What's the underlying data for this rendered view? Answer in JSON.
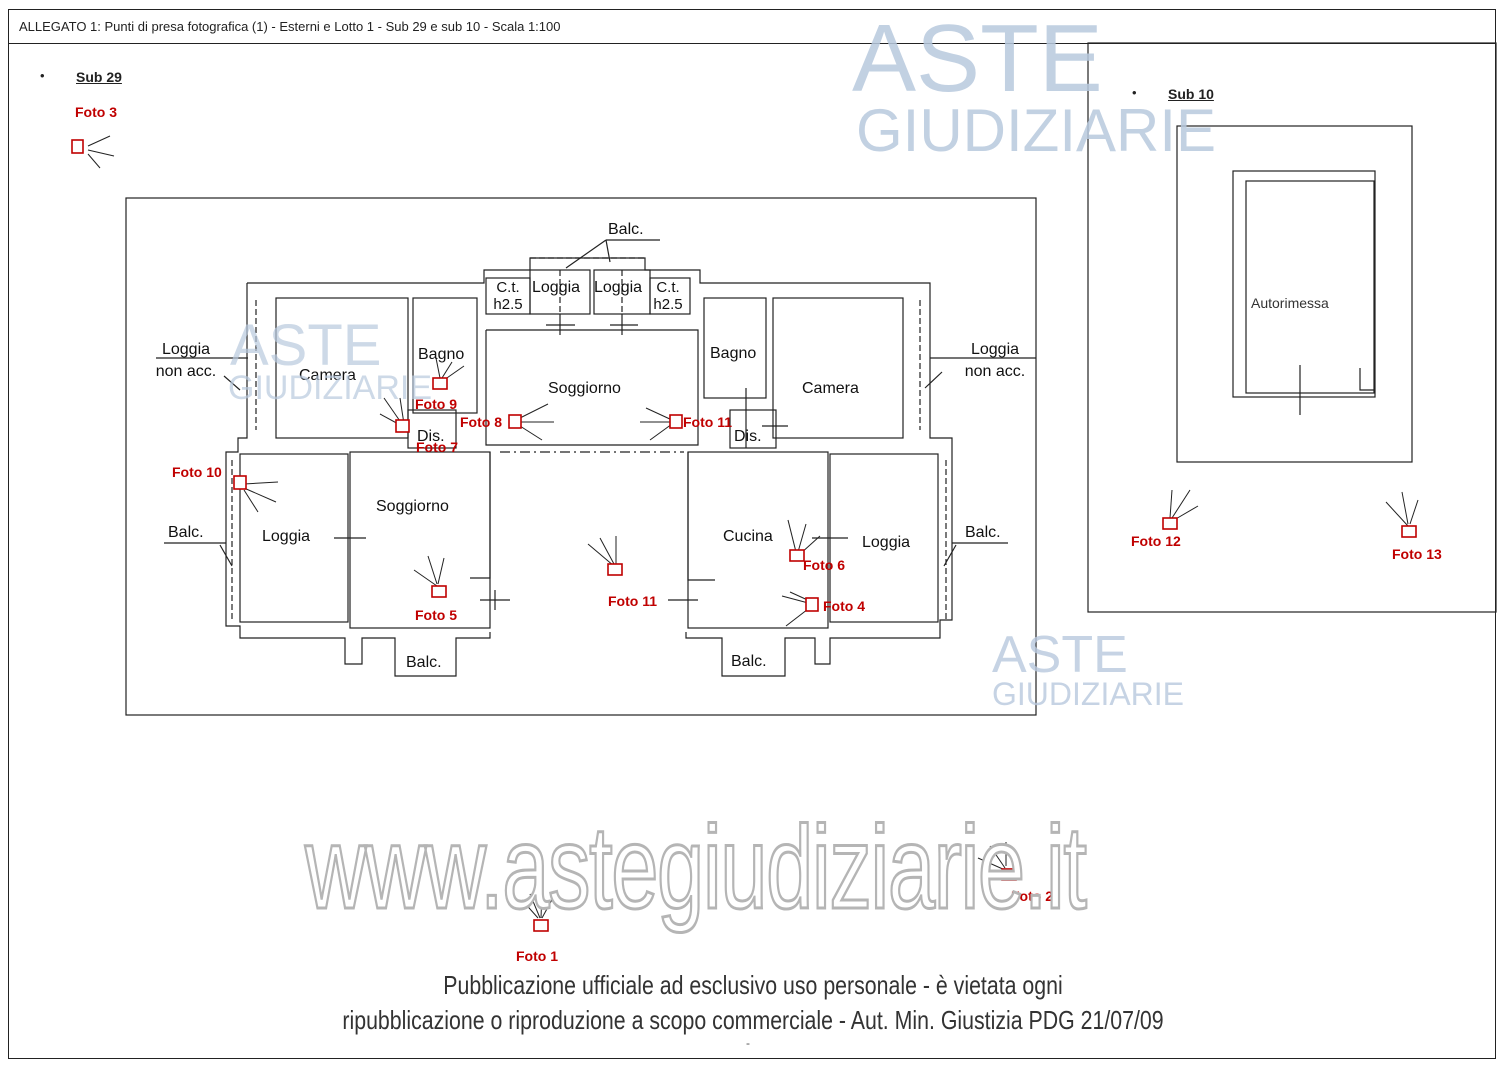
{
  "header": {
    "title": "ALLEGATO 1:  Punti di presa fotografica (1) - Esterni e Lotto 1 - Sub 29 e sub 10 - Scala 1:100"
  },
  "sections": [
    {
      "label": "Sub 29",
      "bullet": "•"
    },
    {
      "label": "Sub 10",
      "bullet": "•"
    }
  ],
  "rooms": {
    "balc_top": "Balc.",
    "ct_left_1": "C.t.",
    "ct_left_2": "h2.5",
    "loggia_top_left": "Loggia",
    "loggia_top_right": "Loggia",
    "ct_right_1": "C.t.",
    "ct_right_2": "h2.5",
    "loggia_nonacc_left_1": "Loggia",
    "loggia_nonacc_left_2": "non acc.",
    "camera_left": "Camera",
    "bagno_left": "Bagno",
    "soggiorno_center": "Soggiorno",
    "bagno_right": "Bagno",
    "camera_right": "Camera",
    "loggia_nonacc_right_1": "Loggia",
    "loggia_nonacc_right_2": "non acc.",
    "dis_left": "Dis.",
    "dis_right": "Dis.",
    "balc_left": "Balc.",
    "loggia_left": "Loggia",
    "soggiorno_left": "Soggiorno",
    "cucina": "Cucina",
    "loggia_right": "Loggia",
    "balc_right": "Balc.",
    "balc_bottom_left": "Balc.",
    "balc_bottom_right": "Balc.",
    "autorimessa": "Autorimessa"
  },
  "photos": {
    "foto1": "Foto 1",
    "foto2": "Foto 2",
    "foto3": "Foto 3",
    "foto4": "Foto 4",
    "foto5": "Foto 5",
    "foto6": "Foto 6",
    "foto7": "Foto 7",
    "foto8": "Foto 8",
    "foto9": "Foto 9",
    "foto10": "Foto 10",
    "foto11a": "Foto 11",
    "foto11b": "Foto 11",
    "foto12": "Foto 12",
    "foto13": "Foto 13"
  },
  "watermark": {
    "site": "www.astegiudiziarie.it",
    "brand_1": "ASTE",
    "brand_2": "GIUDIZIARIE",
    "notice_1": "Pubblicazione ufficiale ad esclusivo uso personale - è vietata ogni",
    "notice_2": "ripubblicazione o riproduzione a scopo commerciale - Aut. Min. Giustizia PDG 21/07/09",
    "footer_mark": "-"
  },
  "colors": {
    "photo_marker": "#c00000",
    "watermark_blue": "#b8c9de",
    "line": "#222222"
  }
}
